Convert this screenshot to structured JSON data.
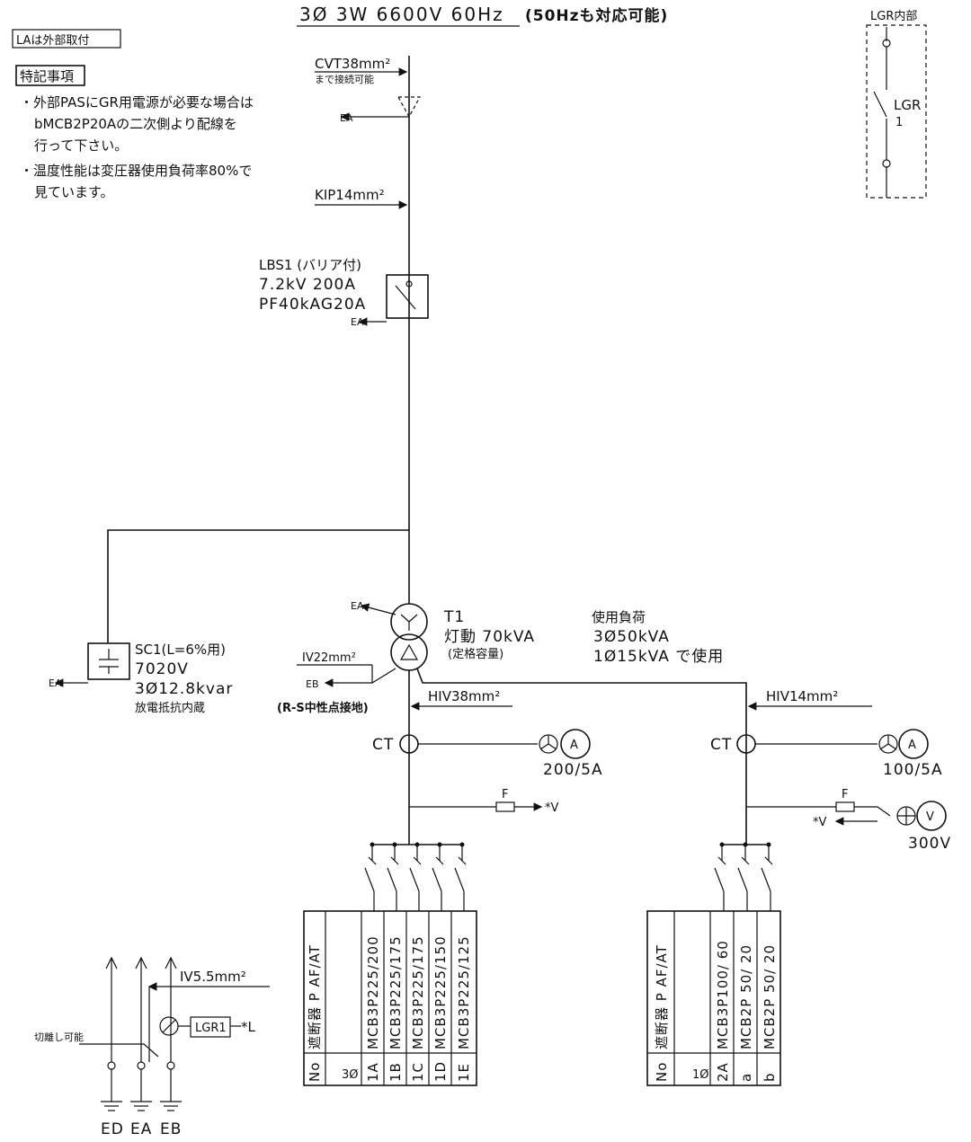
{
  "header": {
    "system": "3Ø 3W  6600V  60Hz",
    "note": "(50Hzも対応可能)"
  },
  "la_note": "LAは外部取付",
  "notes": {
    "title": "特記事項",
    "lines": [
      "・外部PASにGR用電源が必要な場合は",
      "bMCB2P20Aの二次側より配線を",
      "行って下さい。",
      "・温度性能は変圧器使用負荷率80%で",
      "見ています。"
    ]
  },
  "lgr_box": {
    "title": "LGR内部",
    "label": "LGR",
    "num": "1"
  },
  "incoming": {
    "cable": "CVT38mm²",
    "cable_note": "まで接続可能",
    "ground_cable": "KIP14mm²",
    "ea": "EA"
  },
  "lbs": {
    "lines": [
      "LBS1 (バリア付)",
      "7.2kV  200A",
      "PF40kAG20A"
    ],
    "ea": "EA"
  },
  "sc": {
    "lines": [
      "SC1(L=6%用)",
      "7020V",
      "3Ø12.8kvar",
      "放電抵抗内蔵"
    ],
    "ea": "EA"
  },
  "transformer": {
    "name": "T1",
    "rating": "灯動 70kVA",
    "rating_note": "(定格容量)",
    "usage_title": "使用負荷",
    "usage_3": "3Ø50kVA",
    "usage_1": "1Ø15kVA  で使用",
    "ea": "EA",
    "eb": "EB",
    "iv_cable": "IV22mm²",
    "neutral": "(R-S中性点接地)"
  },
  "left_branch": {
    "cable": "HIV38mm²",
    "ct": "CT",
    "ct_ratio": "200/5A",
    "meter": "A",
    "fuse": "F",
    "fuse_out": "*V",
    "phase": "3Ø"
  },
  "right_branch": {
    "cable": "HIV14mm²",
    "ct": "CT",
    "ct_ratio": "100/5A",
    "meter_a": "A",
    "meter_v": "V",
    "volt": "300V",
    "fuse": "F",
    "fuse_out": "*V",
    "phase": "1Ø"
  },
  "left_table": {
    "header_top": "遮断器 P AF/AT",
    "header_no": "No",
    "rows": [
      {
        "no": "1A",
        "spec": "MCB3P225/200"
      },
      {
        "no": "1B",
        "spec": "MCB3P225/175"
      },
      {
        "no": "1C",
        "spec": "MCB3P225/175"
      },
      {
        "no": "1D",
        "spec": "MCB3P225/150"
      },
      {
        "no": "1E",
        "spec": "MCB3P225/125"
      }
    ]
  },
  "right_table": {
    "header_top": "遮断器 P AF/AT",
    "header_no": "No",
    "rows": [
      {
        "no": "2A",
        "spec": "MCB3P100/ 60"
      },
      {
        "no": "a",
        "spec": "MCB2P 50/ 20"
      },
      {
        "no": "b",
        "spec": "MCB2P 50/ 20"
      }
    ]
  },
  "ground": {
    "cable": "IV5.5mm²",
    "cut_note": "切離し可能",
    "lgr": "LGR1",
    "star_l": "*L",
    "terminals": [
      "ED",
      "EA",
      "EB"
    ]
  }
}
